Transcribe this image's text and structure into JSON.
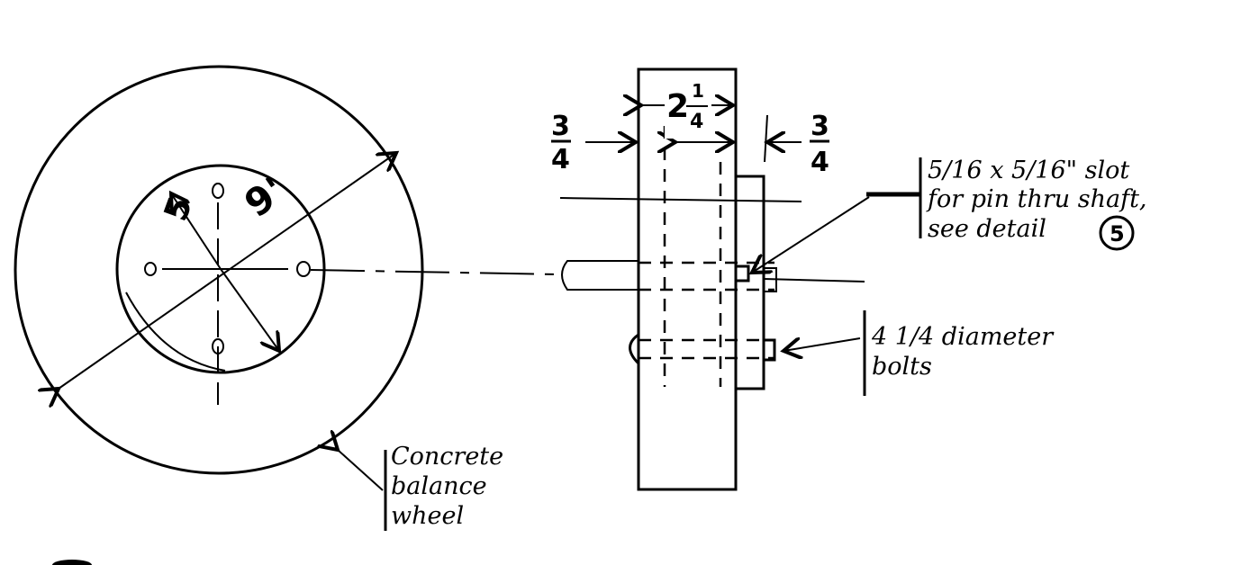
{
  "wheel_view": {
    "label_radius_inner": "5",
    "label_radius_outer": "9'",
    "callout_lines": [
      "Concrete",
      "balance",
      "wheel"
    ]
  },
  "side_view": {
    "dim_width": {
      "whole": "2",
      "num": "1",
      "den": "4"
    },
    "dim_left": {
      "num": "3",
      "den": "4"
    },
    "dim_right": {
      "num": "3",
      "den": "4"
    },
    "slot_note_lines": [
      "5/16 x 5/16\" slot",
      "for pin thru shaft,",
      "see detail"
    ],
    "detail_ref": "5",
    "bolt_note_lines": [
      "4 1/4 diameter",
      "bolts"
    ]
  }
}
